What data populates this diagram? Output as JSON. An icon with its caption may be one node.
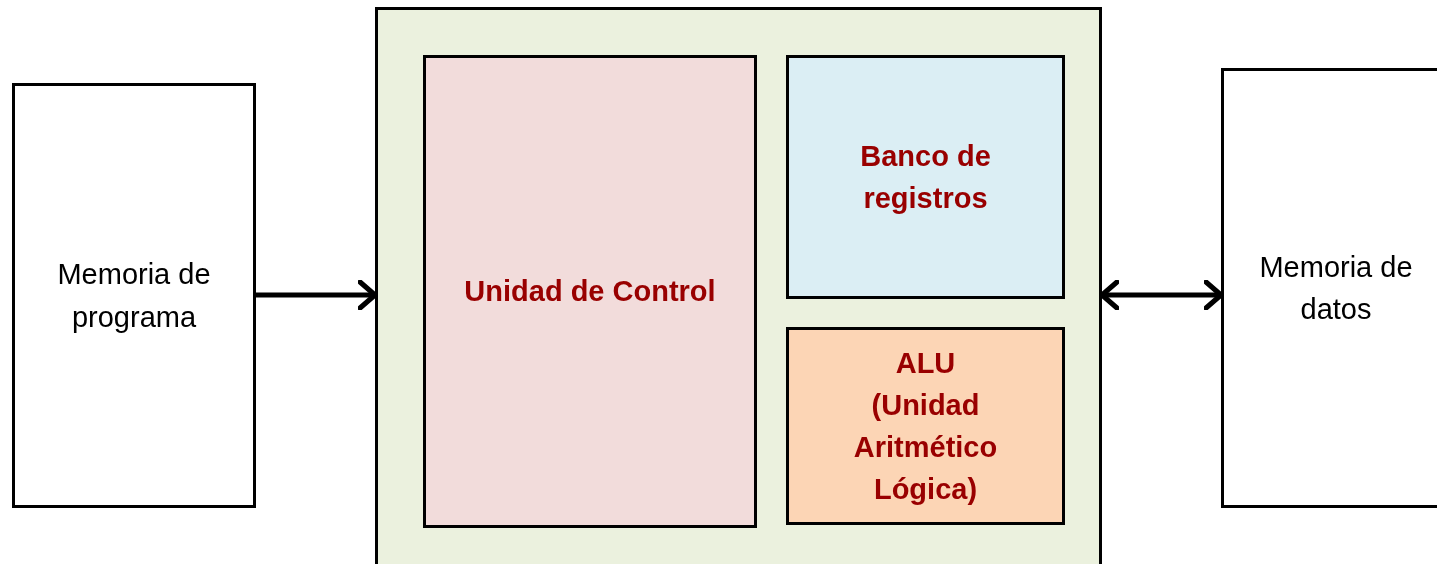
{
  "diagram": {
    "nodes": [
      {
        "text": [
          "Memoria de programa"
        ]
      },
      {
        "text": [],
        "shape": "box"
      },
      {
        "text": [
          "Unidad de Control"
        ],
        "in": 1
      },
      {
        "text": [
          "Banco de registros"
        ],
        "in": 1
      },
      {
        "text": [
          "ALU",
          "(Unidad Aritmético Lógica)"
        ],
        "in": 1
      },
      {
        "text": [
          "Memoria de datos"
        ]
      }
    ],
    "edges": [
      {
        "from": 0,
        "to": 1,
        "arrow": "to"
      },
      {
        "from": 1,
        "to": 5,
        "arrow": "both"
      }
    ]
  }
}
